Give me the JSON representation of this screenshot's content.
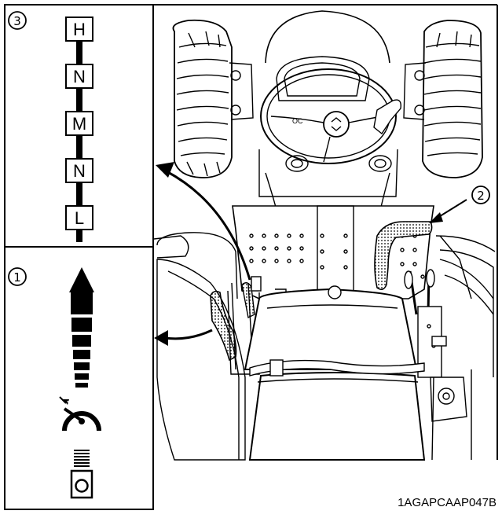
{
  "callouts": {
    "c1": "①",
    "c2": "②",
    "c3": "③"
  },
  "range_positions": [
    "H",
    "N",
    "M",
    "N",
    "L"
  ],
  "figure_code": "1AGAPCAAP047B",
  "icons": {
    "throttle_arrow": "throttle-increase-arrow-icon",
    "tachometer": "engine-speed-tachometer-icon",
    "hand_throttle_knob": "hand-throttle-symbol-icon"
  },
  "colors": {
    "ink": "#000000",
    "paper": "#ffffff",
    "dot_fill": "#9a9a9a"
  }
}
